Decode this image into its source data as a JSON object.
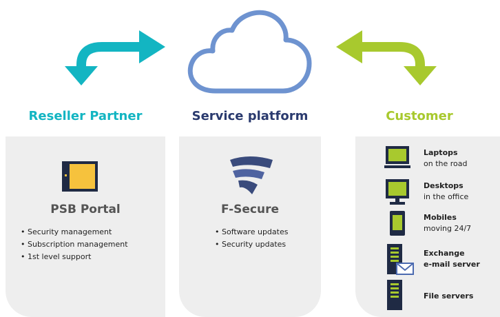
{
  "colors": {
    "reseller": "#13b5c2",
    "platform": "#2a3a6e",
    "customer": "#a8c92e",
    "cloud": "#6e93d0",
    "panel": "#eeeeee",
    "portal_icon_fill": "#f6c23d",
    "portal_icon_frame": "#1f2a44",
    "device_screen": "#a8c92e",
    "device_dark": "#1f2a44",
    "fsecure_logo": "#3a4b7c"
  },
  "columns": {
    "reseller": {
      "heading": "Reseller Partner",
      "panel_title": "PSB Portal",
      "icon": "portal-window-icon",
      "bullets": [
        "• Security management",
        "• Subscription management",
        "• 1st level support"
      ]
    },
    "platform": {
      "heading": "Service platform",
      "panel_title": "F-Secure",
      "icon": "f-secure-logo-icon",
      "bullets": [
        "• Software updates",
        "• Security updates"
      ]
    },
    "customer": {
      "heading": "Customer",
      "devices": [
        {
          "icon": "laptop-icon",
          "title": "Laptops",
          "subtitle": "on the road"
        },
        {
          "icon": "desktop-icon",
          "title": "Desktops",
          "subtitle": "in the office"
        },
        {
          "icon": "mobile-icon",
          "title": "Mobiles",
          "subtitle": "moving 24/7"
        },
        {
          "icon": "exchange-server-icon",
          "title": "Exchange",
          "subtitle": "e-mail server"
        },
        {
          "icon": "file-server-icon",
          "title": "File servers",
          "subtitle": ""
        }
      ]
    }
  },
  "graphics": {
    "cloud": "cloud-icon",
    "left_arrow": "curved-double-arrow-left-icon",
    "right_arrow": "curved-double-arrow-right-icon"
  }
}
